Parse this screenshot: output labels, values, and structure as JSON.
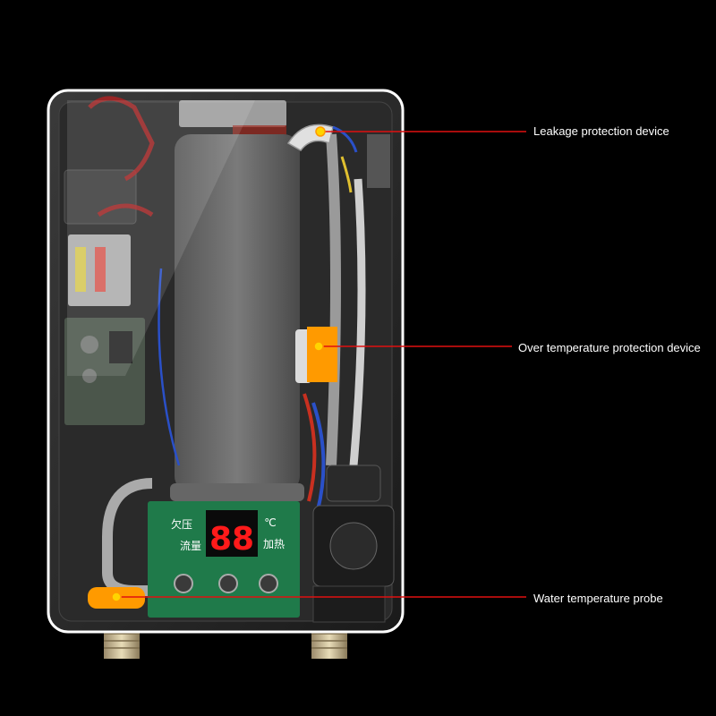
{
  "callouts": {
    "leakage": "Leakage protection device",
    "over_temp": "Over temperature protection device",
    "water_probe": "Water temperature probe"
  },
  "display": {
    "left_top": "欠压",
    "left_bottom": "流量",
    "digits": "88",
    "unit": "℃",
    "right_bottom": "加热"
  },
  "colors": {
    "callout_line": "#e01010",
    "marker": "#ff9a00",
    "marker_dot": "#ffd400",
    "pcb": "#1f7a4a",
    "digits": "#ff1a1a"
  }
}
